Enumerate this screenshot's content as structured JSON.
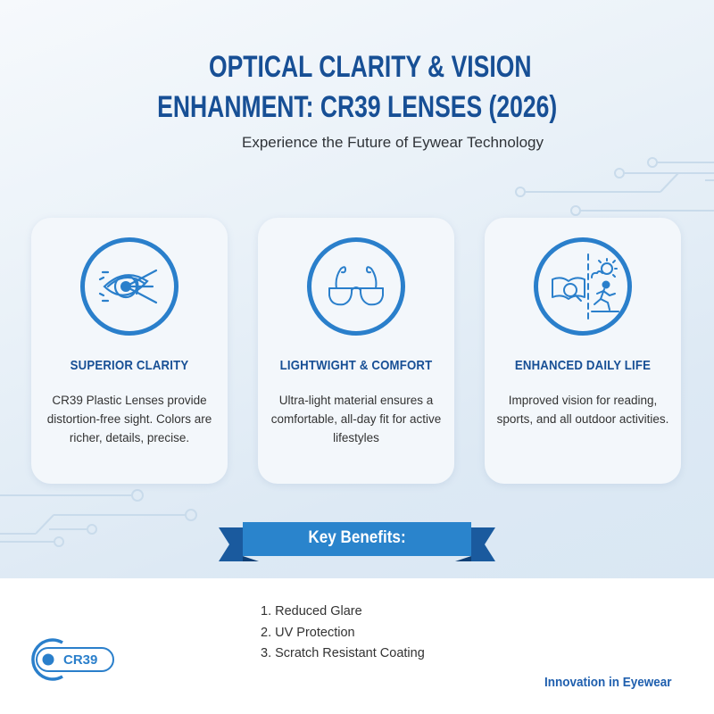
{
  "header": {
    "title_line_1": "OPTICAL CLARITY & VISION",
    "title_line_2": "ENHANMENT: CR39 LENSES (2026)",
    "subtitle": "Experience the Future of Eywear Technology"
  },
  "cards": [
    {
      "icon": "eye-lens-icon",
      "title": "SUPERIOR CLARITY",
      "text": "CR39 Plastic Lenses provide distortion-free sight. Colors are richer, details, precise."
    },
    {
      "icon": "eyeglasses-icon",
      "title": "LIGHTWIGHT & COMFORT",
      "text": "Ultra-light material ensures a comfortable, all-day fit for active lifestyles"
    },
    {
      "icon": "reading-and-running-icon",
      "title": "ENHANCED DAILY LIFE",
      "text": "Improved vision for reading, sports, and all outdoor activities."
    }
  ],
  "key_benefits": {
    "heading": "Key Benefits:",
    "items": [
      "1. Reduced Glare",
      "2. UV Protection",
      "3. Scratch Resistant Coating"
    ]
  },
  "footer": {
    "logo_text": "CR39",
    "tagline": "Innovation in Eyewear"
  },
  "colors": {
    "title_blue": "#174f95",
    "accent_blue": "#2a7fcb",
    "ribbon_dark": "#1a5a9e",
    "background_light": "#e4eef7"
  }
}
